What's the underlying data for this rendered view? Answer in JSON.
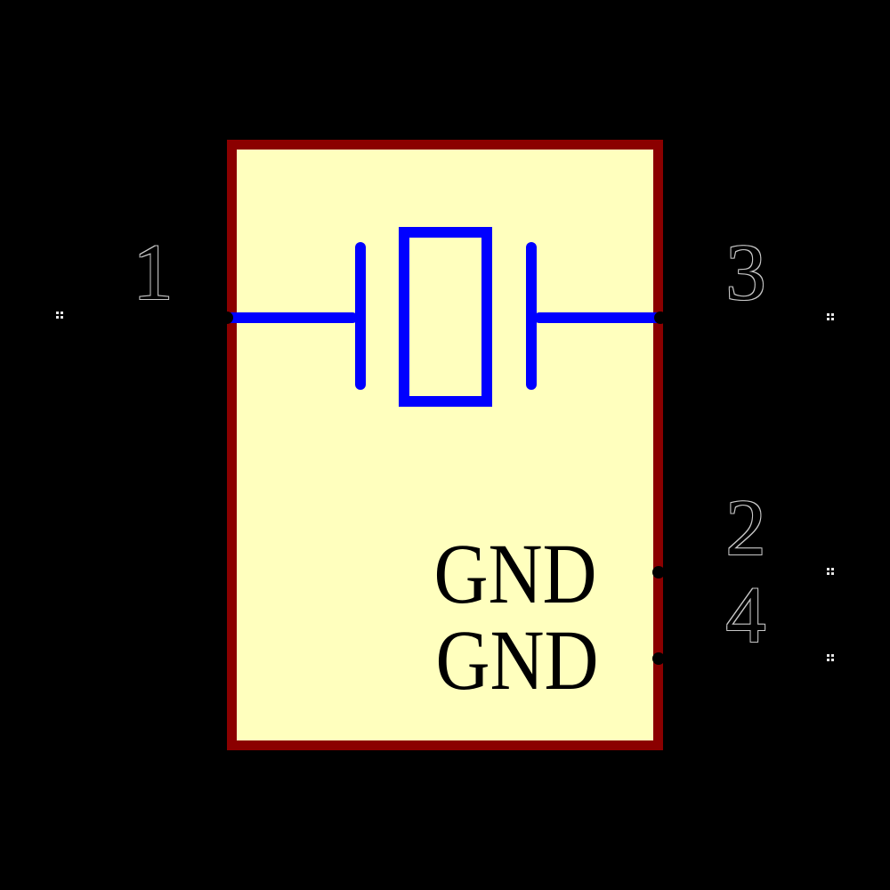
{
  "canvas": {
    "background_color": "#000000",
    "marker_color": "#E6E6E6"
  },
  "component": {
    "kind": "crystal-resonator-symbol",
    "colors": {
      "body_fill": "#FFFFBE",
      "body_outline": "#8B0000",
      "symbol": "#0000FF",
      "pin_terminal": "#000000",
      "pin_number_fill": "#000000",
      "pin_number_outline": "#C8C8C8",
      "pin_name_text": "#000000"
    },
    "pins": [
      {
        "number": "1",
        "side": "left"
      },
      {
        "number": "2",
        "side": "right",
        "name": "GND"
      },
      {
        "number": "3",
        "side": "right"
      },
      {
        "number": "4",
        "side": "right",
        "name": "GND"
      }
    ]
  }
}
